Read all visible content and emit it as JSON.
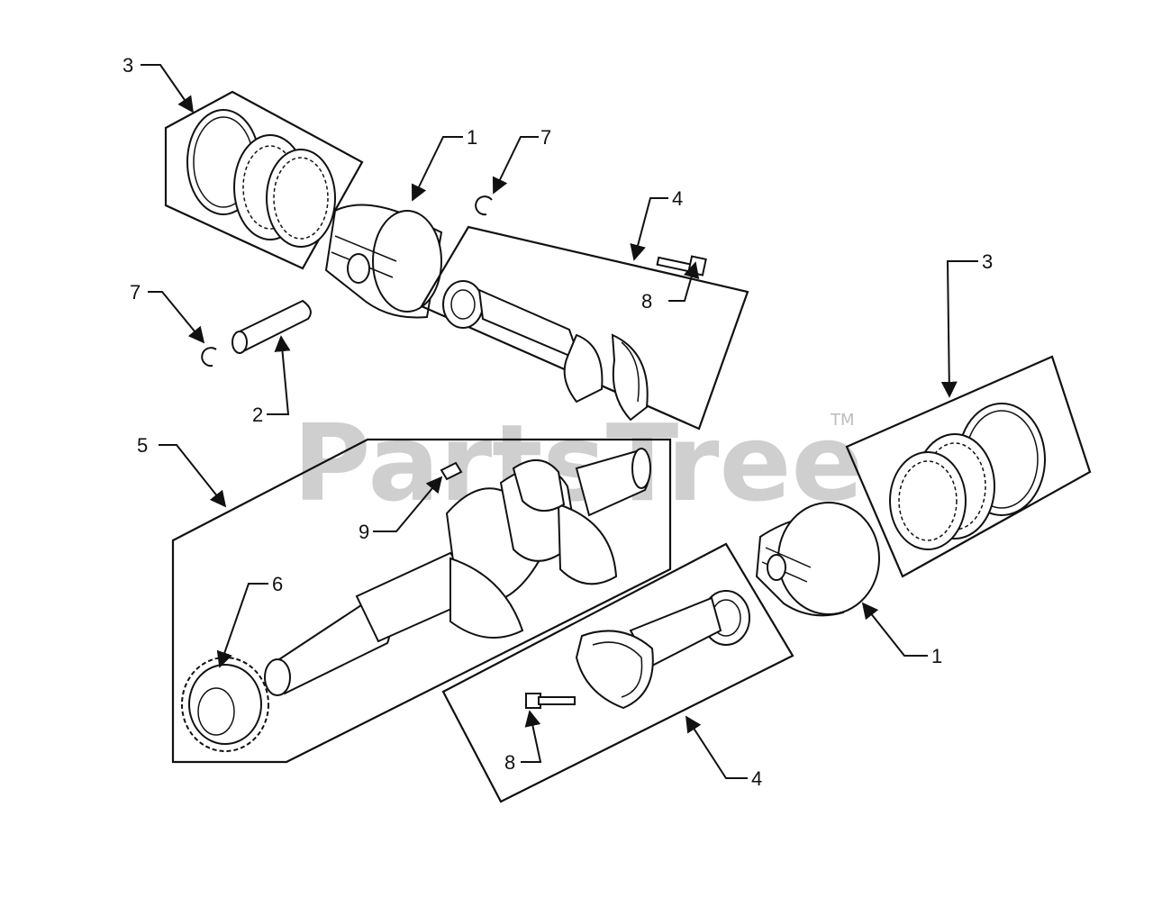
{
  "watermark": {
    "text": "PartsTree",
    "trademark": "TM"
  },
  "callouts": {
    "piston_top": "1",
    "piston_right": "1",
    "piston_pin": "2",
    "ring_set_top": "3",
    "ring_set_right": "3",
    "conrod_top": "4",
    "conrod_bottom": "4",
    "crankshaft_box": "5",
    "gear": "6",
    "clip_left": "7",
    "clip_top": "7",
    "bolt_top": "8",
    "bolt_bottom": "8",
    "key": "9"
  }
}
